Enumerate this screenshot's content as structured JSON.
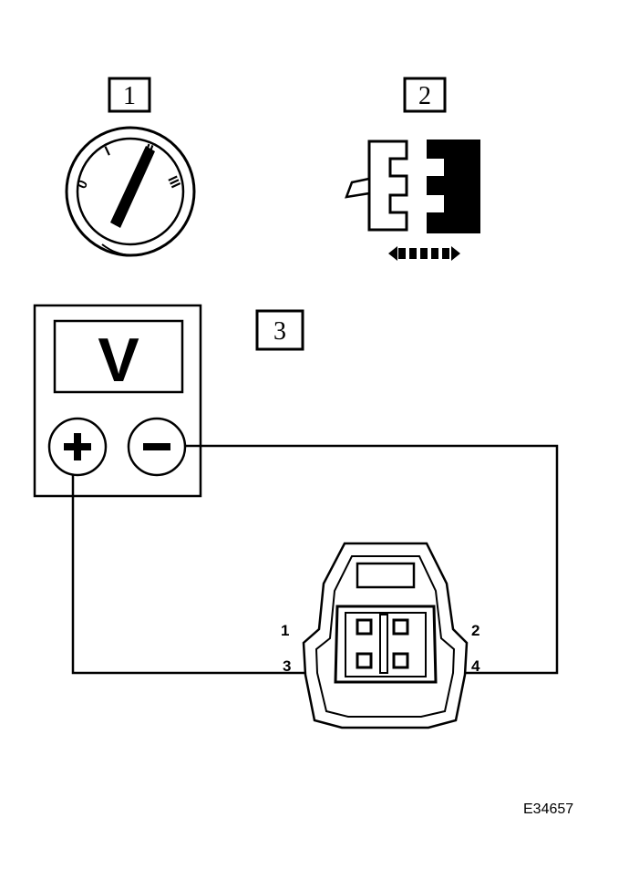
{
  "steps": {
    "step1": "1",
    "step2": "2",
    "step3": "3"
  },
  "ignition": {
    "pos1": "0",
    "pos2": "I",
    "pos3": "II",
    "pos4": "III"
  },
  "meter": {
    "unit": "V",
    "plus": "+",
    "minus": "−"
  },
  "connector": {
    "pin1": "1",
    "pin2": "2",
    "pin3": "3",
    "pin4": "4"
  },
  "figure_code": "E34657"
}
